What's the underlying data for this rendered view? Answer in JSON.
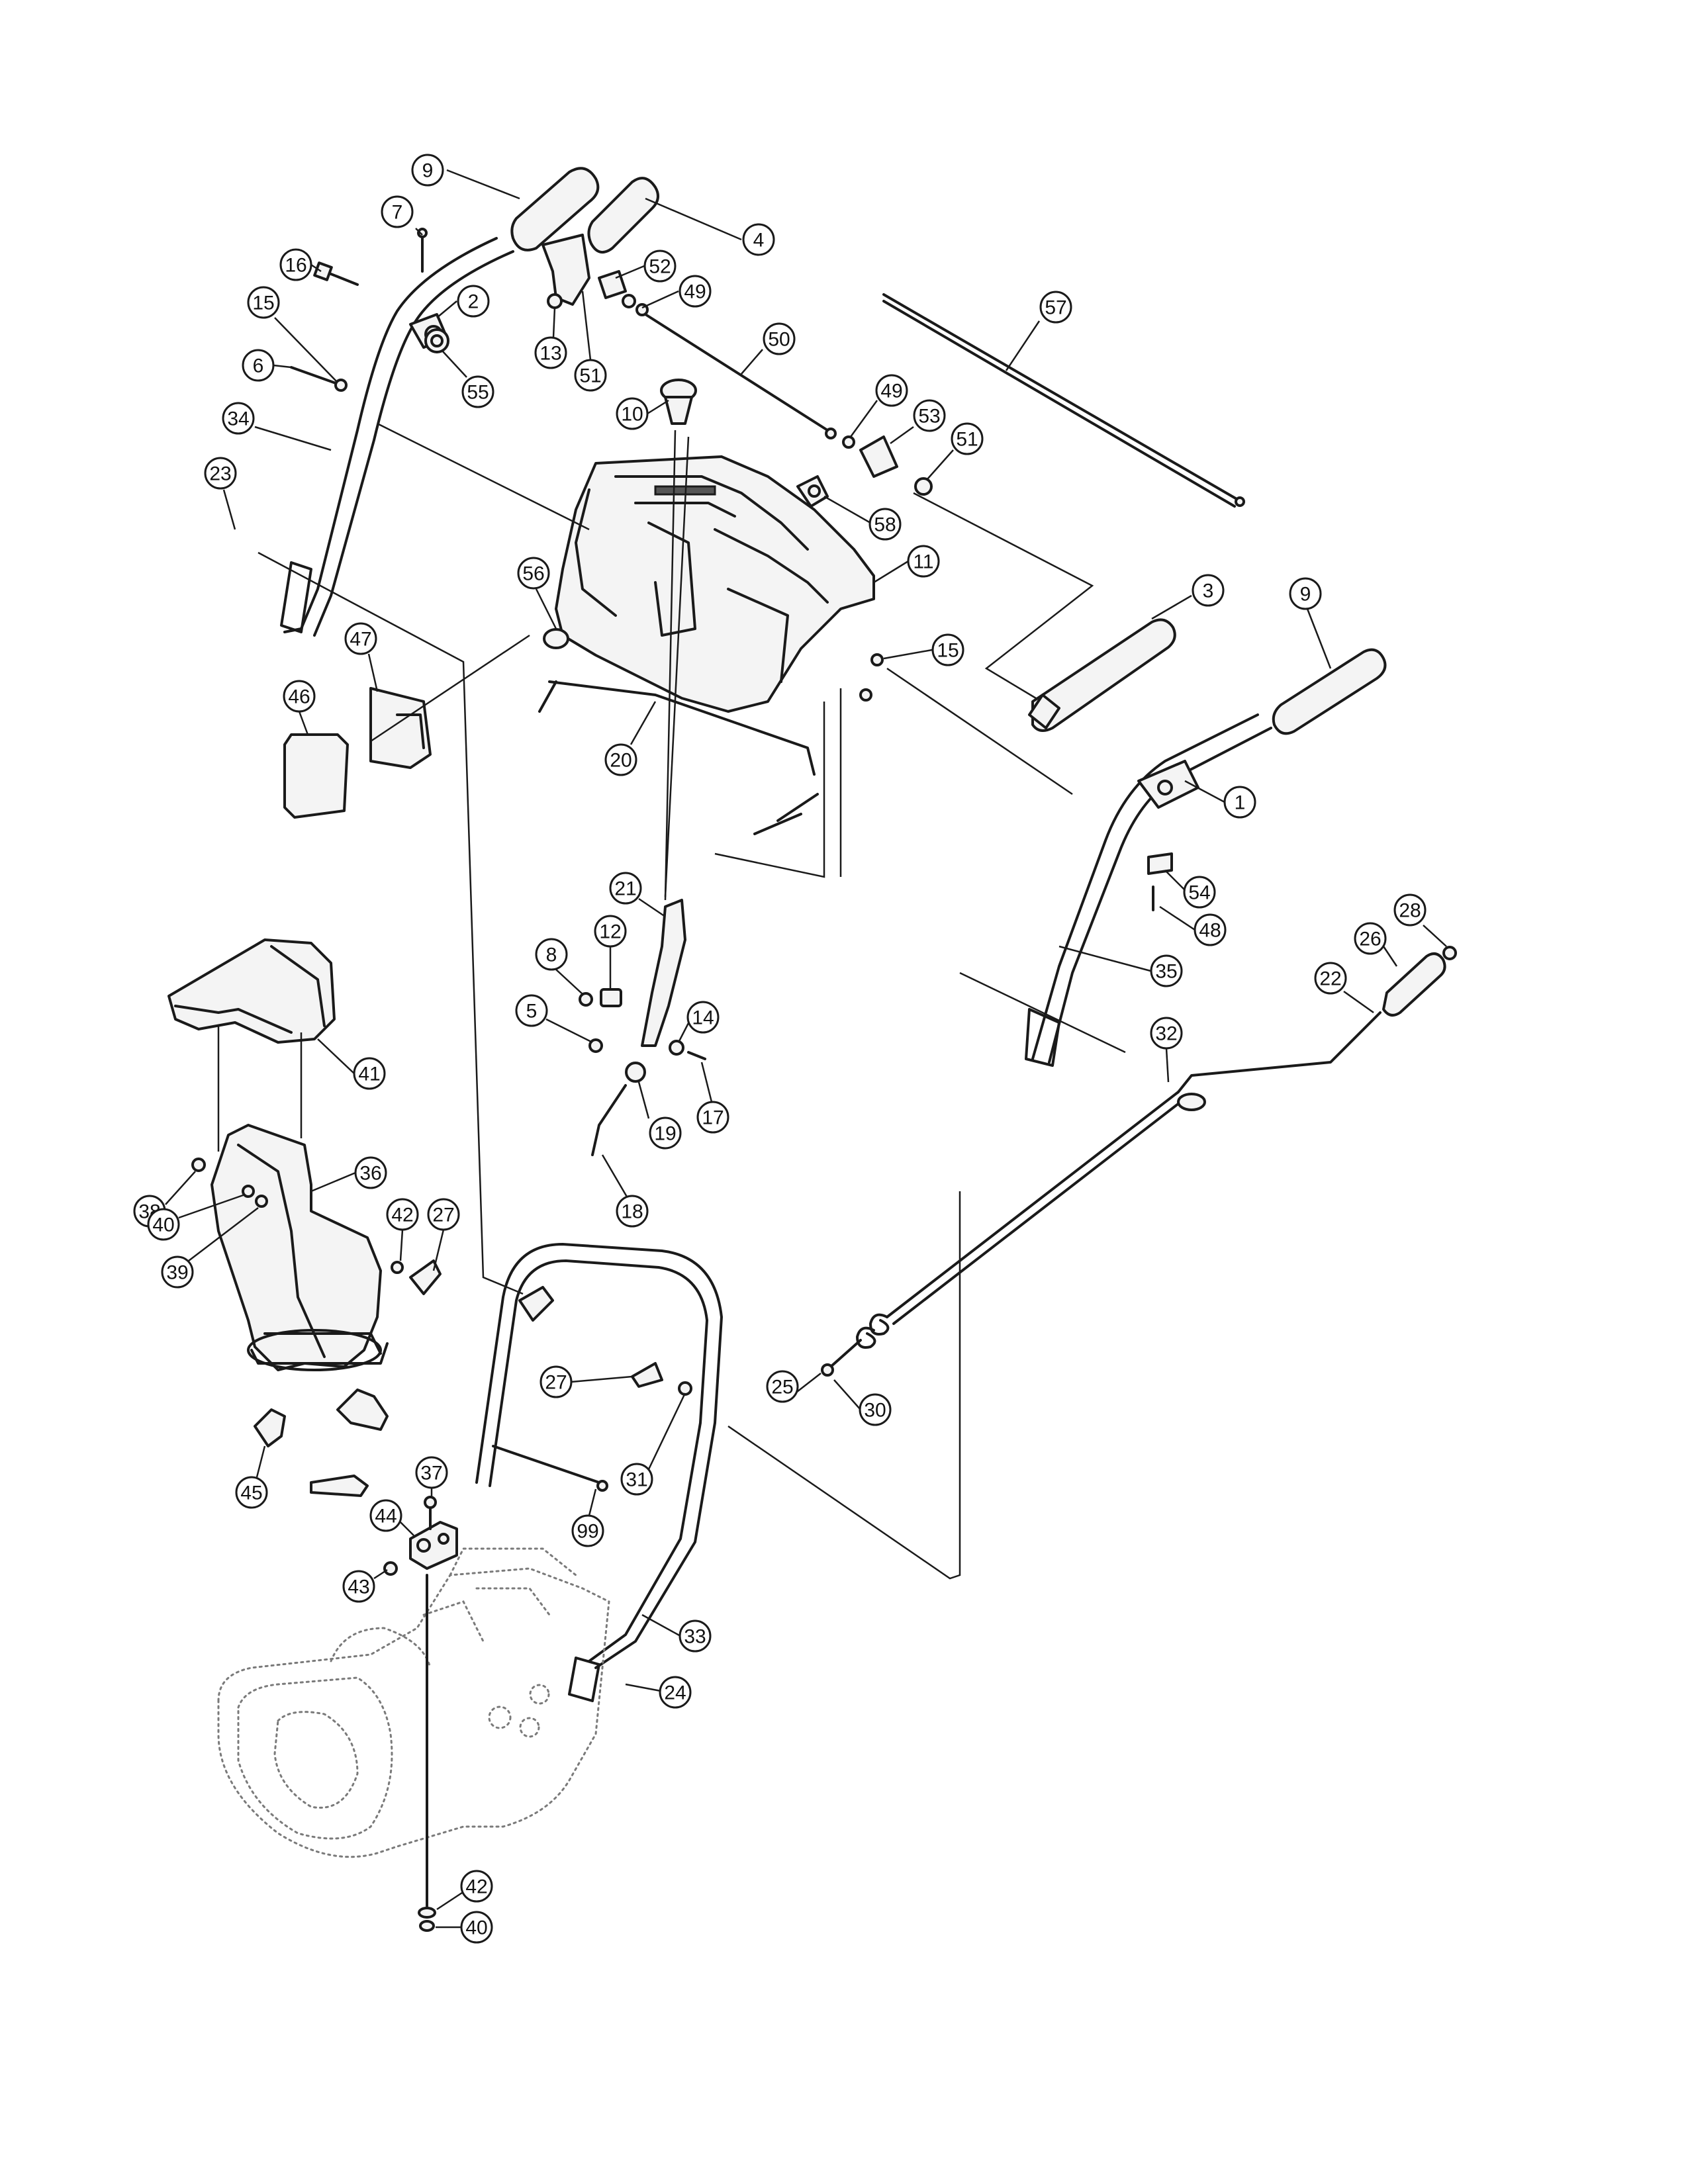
{
  "callouts": [
    {
      "id": "c-9-a",
      "label": "9"
    },
    {
      "id": "c-4",
      "label": "4"
    },
    {
      "id": "c-7",
      "label": "7"
    },
    {
      "id": "c-16",
      "label": "16"
    },
    {
      "id": "c-2",
      "label": "2"
    },
    {
      "id": "c-52",
      "label": "52"
    },
    {
      "id": "c-49-a",
      "label": "49"
    },
    {
      "id": "c-57",
      "label": "57"
    },
    {
      "id": "c-15-a",
      "label": "15"
    },
    {
      "id": "c-13",
      "label": "13"
    },
    {
      "id": "c-51-a",
      "label": "51"
    },
    {
      "id": "c-6",
      "label": "6"
    },
    {
      "id": "c-55",
      "label": "55"
    },
    {
      "id": "c-50",
      "label": "50"
    },
    {
      "id": "c-10",
      "label": "10"
    },
    {
      "id": "c-49-b",
      "label": "49"
    },
    {
      "id": "c-53",
      "label": "53"
    },
    {
      "id": "c-51-b",
      "label": "51"
    },
    {
      "id": "c-34",
      "label": "34"
    },
    {
      "id": "c-23",
      "label": "23"
    },
    {
      "id": "c-58",
      "label": "58"
    },
    {
      "id": "c-56",
      "label": "56"
    },
    {
      "id": "c-11",
      "label": "11"
    },
    {
      "id": "c-3",
      "label": "3"
    },
    {
      "id": "c-9-b",
      "label": "9"
    },
    {
      "id": "c-47",
      "label": "47"
    },
    {
      "id": "c-15-b",
      "label": "15"
    },
    {
      "id": "c-46",
      "label": "46"
    },
    {
      "id": "c-20",
      "label": "20"
    },
    {
      "id": "c-1",
      "label": "1"
    },
    {
      "id": "c-54",
      "label": "54"
    },
    {
      "id": "c-21",
      "label": "21"
    },
    {
      "id": "c-48",
      "label": "48"
    },
    {
      "id": "c-28",
      "label": "28"
    },
    {
      "id": "c-8",
      "label": "8"
    },
    {
      "id": "c-12",
      "label": "12"
    },
    {
      "id": "c-26",
      "label": "26"
    },
    {
      "id": "c-35",
      "label": "35"
    },
    {
      "id": "c-22",
      "label": "22"
    },
    {
      "id": "c-5",
      "label": "5"
    },
    {
      "id": "c-14",
      "label": "14"
    },
    {
      "id": "c-32",
      "label": "32"
    },
    {
      "id": "c-41",
      "label": "41"
    },
    {
      "id": "c-17",
      "label": "17"
    },
    {
      "id": "c-19",
      "label": "19"
    },
    {
      "id": "c-36",
      "label": "36"
    },
    {
      "id": "c-18",
      "label": "18"
    },
    {
      "id": "c-38",
      "label": "38"
    },
    {
      "id": "c-42-a",
      "label": "42"
    },
    {
      "id": "c-27-a",
      "label": "27"
    },
    {
      "id": "c-40-a",
      "label": "40"
    },
    {
      "id": "c-39",
      "label": "39"
    },
    {
      "id": "c-25",
      "label": "25"
    },
    {
      "id": "c-27-b",
      "label": "27"
    },
    {
      "id": "c-30",
      "label": "30"
    },
    {
      "id": "c-31",
      "label": "31"
    },
    {
      "id": "c-45",
      "label": "45"
    },
    {
      "id": "c-37",
      "label": "37"
    },
    {
      "id": "c-99",
      "label": "99"
    },
    {
      "id": "c-44",
      "label": "44"
    },
    {
      "id": "c-43",
      "label": "43"
    },
    {
      "id": "c-33",
      "label": "33"
    },
    {
      "id": "c-24",
      "label": "24"
    },
    {
      "id": "c-42-b",
      "label": "42"
    },
    {
      "id": "c-40-b",
      "label": "40"
    }
  ]
}
